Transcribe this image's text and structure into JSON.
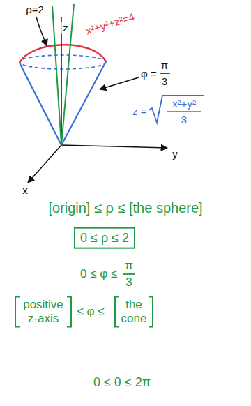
{
  "diagram": {
    "labels": [
      "ρ=2",
      "x²+y²+z²=4",
      "z",
      "y",
      "x",
      "φ =",
      "π",
      "3",
      "z =",
      "x²+y²",
      "3",
      "[origin] ≤ ρ ≤ [the sphere]",
      "0 ≤ ρ ≤ 2",
      "0 ≤ φ ≤",
      "π",
      "3",
      "positive z-axis",
      "≤ φ ≤",
      "the cone",
      "0 ≤ θ ≤ 2π"
    ]
  }
}
